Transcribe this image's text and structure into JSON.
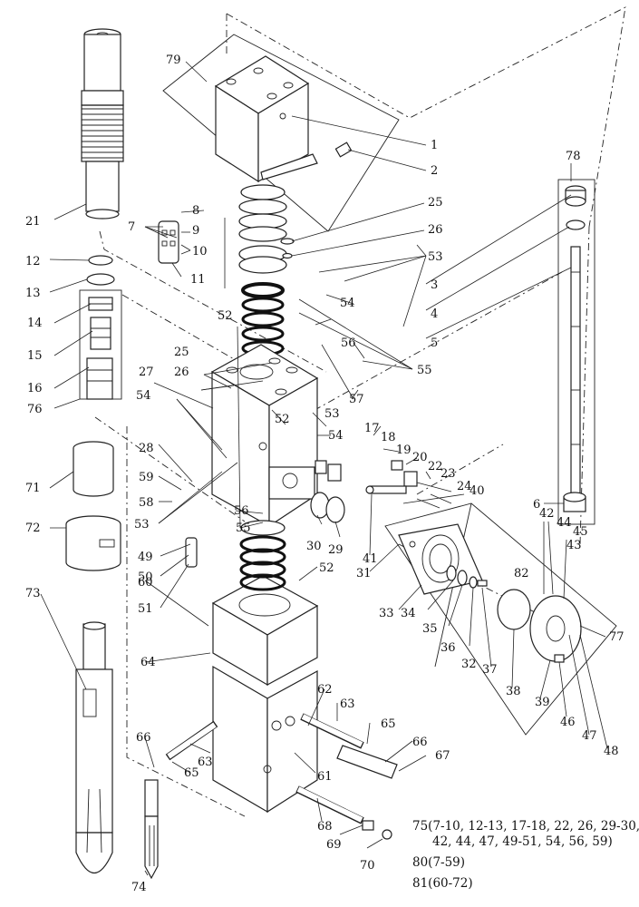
{
  "callouts": [
    "1",
    "2",
    "3",
    "4",
    "5",
    "6",
    "7",
    "8",
    "9",
    "10",
    "11",
    "12",
    "13",
    "14",
    "15",
    "16",
    "17",
    "18",
    "19",
    "20",
    "21",
    "22",
    "23",
    "24",
    "25",
    "26",
    "27",
    "28",
    "29",
    "30",
    "31",
    "32",
    "33",
    "34",
    "35",
    "36",
    "37",
    "38",
    "39",
    "40",
    "41",
    "42",
    "43",
    "44",
    "45",
    "46",
    "47",
    "48",
    "49",
    "50",
    "51",
    "52",
    "53",
    "54",
    "55",
    "56",
    "57",
    "58",
    "59",
    "60",
    "61",
    "62",
    "63",
    "64",
    "65",
    "66",
    "67",
    "68",
    "69",
    "70",
    "71",
    "72",
    "73",
    "74",
    "75",
    "76",
    "77",
    "78",
    "79",
    "80",
    "81",
    "82"
  ],
  "legend": {
    "line1": "75(7-10, 12-13, 17-18, 22, 26, 29-30,",
    "line2": "42, 44, 47, 49-51, 54, 56, 59)",
    "line3": "80(7-59)",
    "line4": "81(60-72)"
  }
}
